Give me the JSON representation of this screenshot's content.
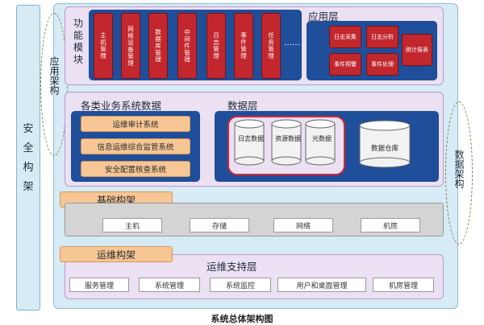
{
  "security": {
    "chars": [
      "安",
      "全",
      "构",
      "架"
    ]
  },
  "app_arch_label": "应用架构",
  "data_arch_label": "数据架构",
  "function_module": {
    "label": "功能模块",
    "items": [
      "主机管理",
      "网络设备管理",
      "数据库管理",
      "中间件管理",
      "日志管理",
      "事件管理",
      "任务管理"
    ],
    "ellipsis": "……"
  },
  "app_layer": {
    "title": "应用层",
    "items": [
      "日志采集",
      "日志分析",
      "统计报表",
      "事件预警",
      "事件处理"
    ]
  },
  "business_data": {
    "title": "各类业务系统数据",
    "items": [
      "运维审计系统",
      "信息运维综合监管系统",
      "安全配置核查系统"
    ]
  },
  "data_layer": {
    "title": "数据层",
    "db_items": [
      "日志数据",
      "资源数据",
      "元数据"
    ],
    "warehouse": "数据仓库"
  },
  "infra": {
    "title": "基础构架",
    "items": [
      "主机",
      "存储",
      "网络",
      "机房"
    ]
  },
  "ops": {
    "title": "运维构架",
    "support_title": "运维支持层",
    "items": [
      "服务管理",
      "系统管理",
      "系统监控",
      "用户和桌面管理",
      "机房管理"
    ]
  },
  "caption": "系统总体架构图",
  "colors": {
    "module_red": "#c2272d",
    "navy": "#1f4e9a",
    "orange": "#f6c695",
    "panel_purple": "#ece0f3",
    "outer_blue": "#d6ebf6"
  }
}
